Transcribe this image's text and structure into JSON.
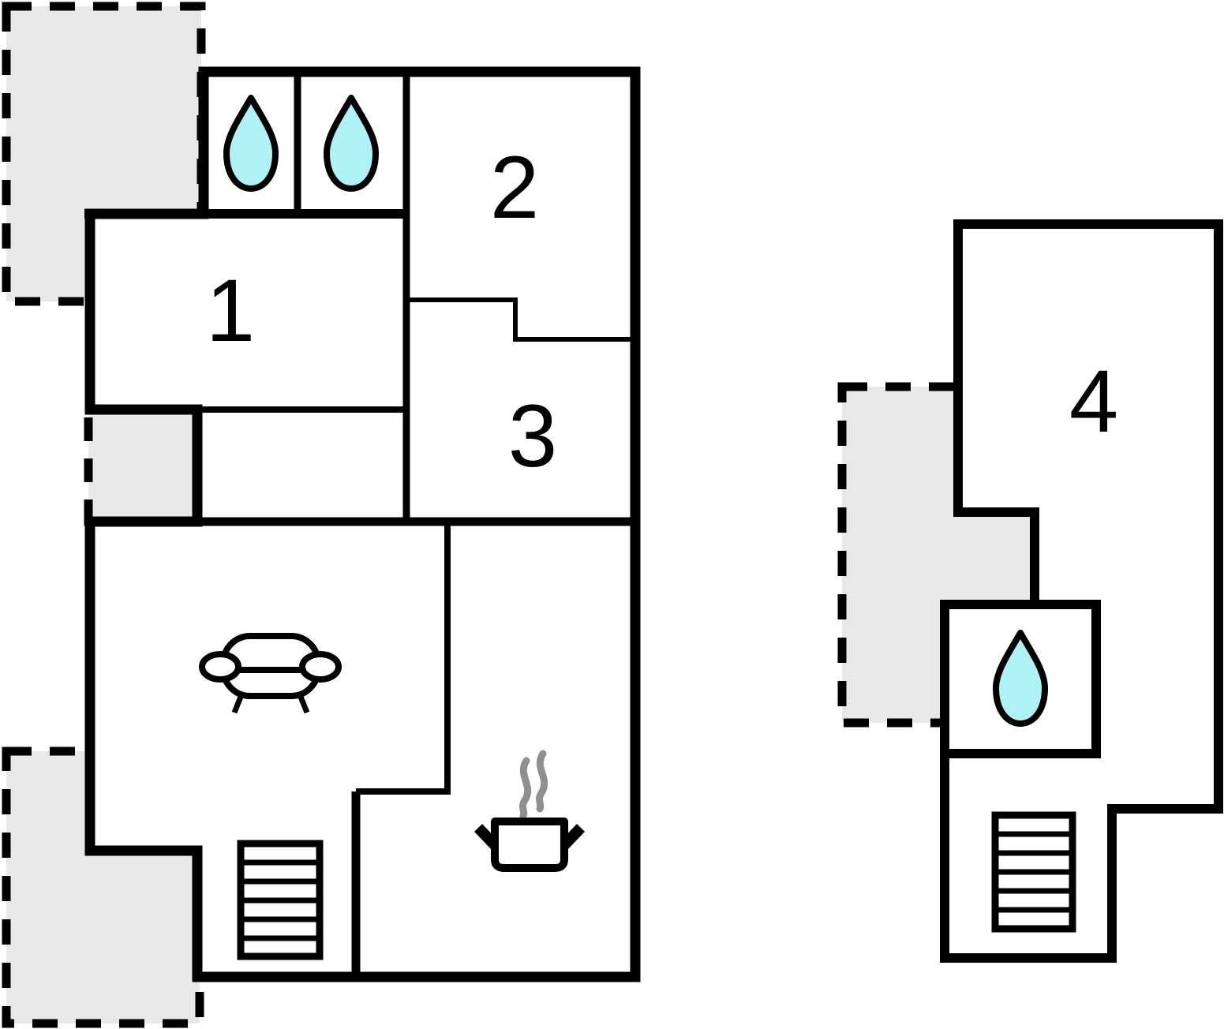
{
  "plan": {
    "rooms": [
      {
        "id": "room-1",
        "label": "1"
      },
      {
        "id": "room-2",
        "label": "2"
      },
      {
        "id": "room-3",
        "label": "3"
      },
      {
        "id": "room-4",
        "label": "4"
      }
    ],
    "colors": {
      "wall": "#000000",
      "interior": "#ffffff",
      "terrace": "#e8e8e8",
      "water": "#aef2f5",
      "steam": "#8f8f8f"
    },
    "icons": {
      "water_drop": "water-drop-icon",
      "sofa": "sofa-icon",
      "stove": "stove-pot-icon",
      "stairs": "stairs-icon",
      "water_drop_count": 3,
      "stairs_count": 2
    }
  }
}
